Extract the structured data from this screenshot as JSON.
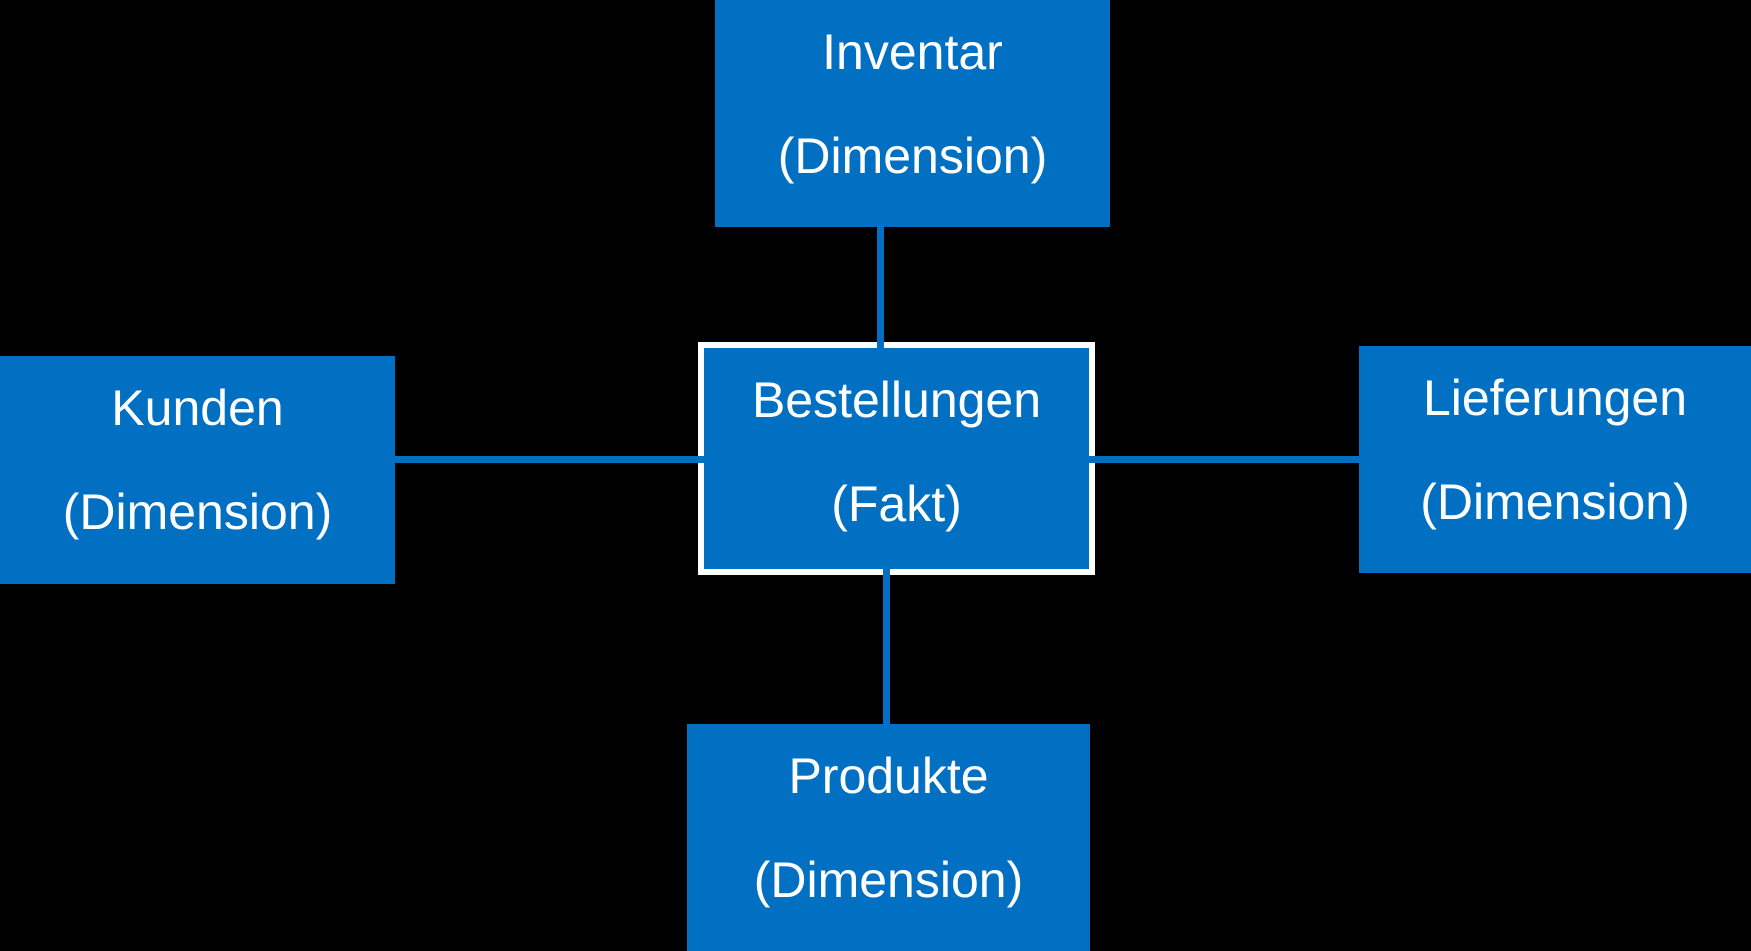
{
  "diagram": {
    "type": "star-schema",
    "background_color": "#000000",
    "node_fill_color": "#0170c2",
    "node_text_color": "#ffffff",
    "fact_border_color": "#ffffff",
    "connector_color": "#0170c2",
    "fact": {
      "title": "Bestellungen",
      "subtitle": "(Fakt)"
    },
    "nodes": [
      {
        "position": "top",
        "title": "Inventar",
        "subtitle": "(Dimension)"
      },
      {
        "position": "left",
        "title": "Kunden",
        "subtitle": "(Dimension)"
      },
      {
        "position": "right",
        "title": "Lieferungen",
        "subtitle": "(Dimension)"
      },
      {
        "position": "bottom",
        "title": "Produkte",
        "subtitle": "(Dimension)"
      }
    ],
    "connections": [
      {
        "from": "Inventar",
        "to": "Bestellungen"
      },
      {
        "from": "Kunden",
        "to": "Bestellungen"
      },
      {
        "from": "Lieferungen",
        "to": "Bestellungen"
      },
      {
        "from": "Produkte",
        "to": "Bestellungen"
      }
    ]
  }
}
